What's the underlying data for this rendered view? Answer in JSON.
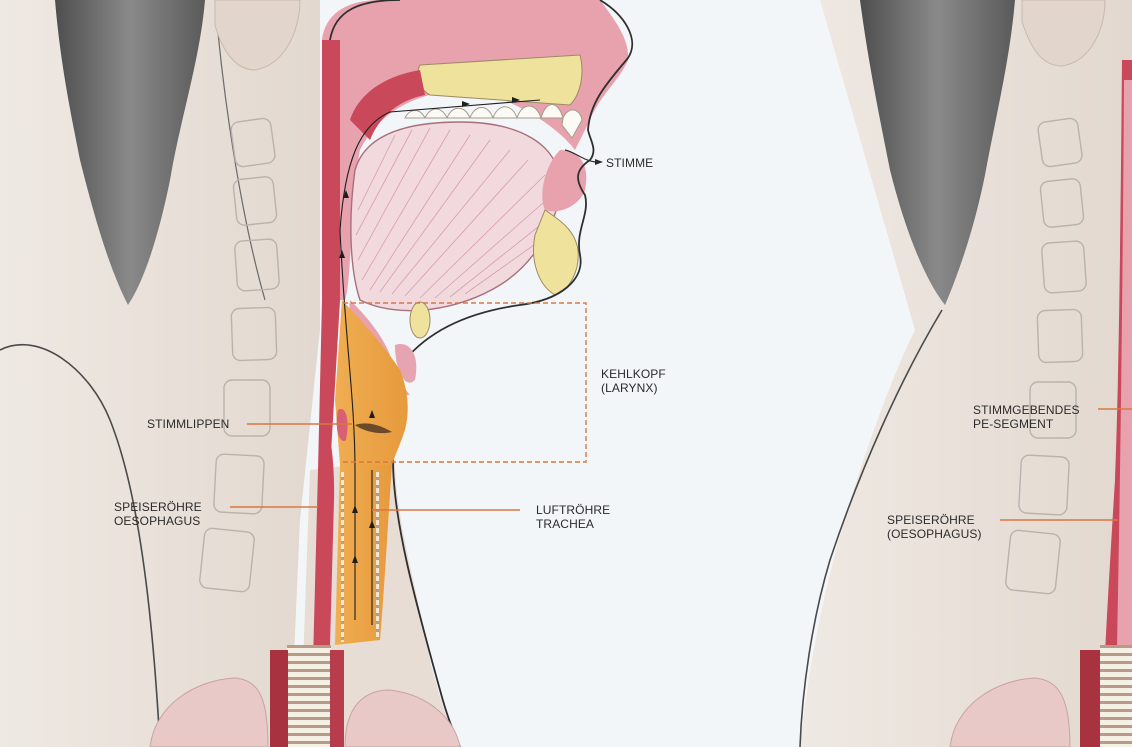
{
  "left_diagram": {
    "stimme": "STIMME",
    "kehlkopf": [
      "KEHLKOPF",
      "(LARYNX)"
    ],
    "stimmlippen": "STIMMLIPPEN",
    "speiseroehre": [
      "SPEISERÖHRE",
      "OESOPHAGUS"
    ],
    "luftroehre": [
      "LUFTRÖHRE",
      "TRACHEA"
    ]
  },
  "right_diagram": {
    "pe_segment": [
      "STIMMGEBENDES",
      "PE-SEGMENT"
    ],
    "speiseroehre": [
      "SPEISERÖHRE",
      "(OESOPHAGUS)"
    ]
  },
  "colors": {
    "background": "#f3f6f8",
    "skin": "#e9e2dc",
    "hair": "#6f6f6f",
    "throat_red": "#c9485a",
    "mouth_pink": "#e59aa8",
    "tongue": "#f1d9dd",
    "airway_orange": "#eaa34a",
    "bone_yellow": "#eee29c",
    "leader_line": "#d9783f",
    "lung": "#e8c9c7"
  }
}
